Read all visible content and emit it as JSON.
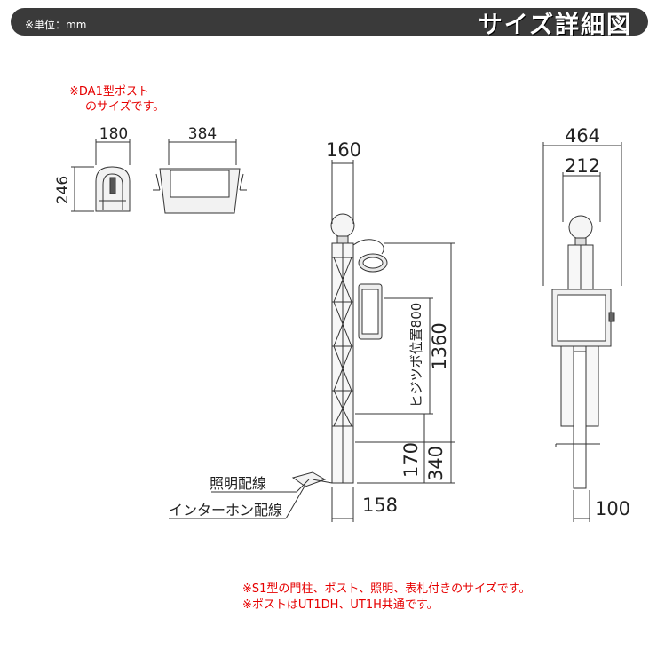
{
  "header": {
    "unit_label": "※単位：mm",
    "title": "サイズ詳細図"
  },
  "post_note": {
    "line1": "※DA1型ポスト",
    "line2": "のサイズです。"
  },
  "post_dims": {
    "width": "180",
    "depth": "384",
    "height": "246"
  },
  "front_dims": {
    "top_width": "160",
    "total_height": "1360",
    "intercom_position": "ヒジツボ位置800",
    "lower_a": "170",
    "lower_b": "340",
    "base_width": "158"
  },
  "wiring": {
    "lighting": "照明配線",
    "intercom": "インターホン配線"
  },
  "side_dims": {
    "overall": "464",
    "inner": "212",
    "base": "100"
  },
  "footnote": {
    "line1": "※S1型の門柱、ポスト、照明、表札付きのサイズです。",
    "line2": "※ポストはUT1DH、UT1H共通です。"
  },
  "colors": {
    "header_bg": "#3a3a3a",
    "note_red": "#e60000",
    "line": "#333333"
  }
}
